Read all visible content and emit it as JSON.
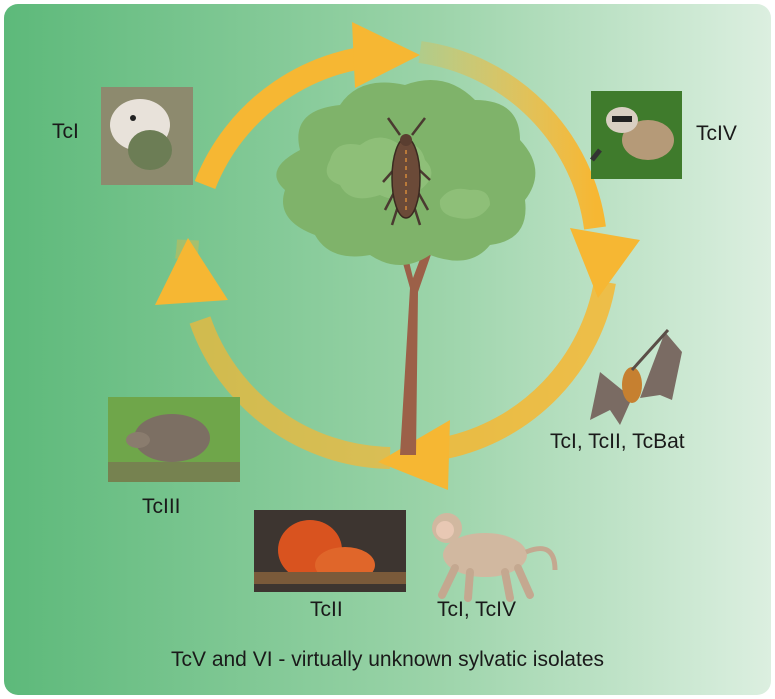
{
  "diagram": {
    "hosts": [
      {
        "id": "opossum",
        "label": "TcI",
        "icon": "opossum-photo"
      },
      {
        "id": "raccoon",
        "label": "TcIV",
        "icon": "raccoon-photo"
      },
      {
        "id": "bat",
        "label": "TcI, TcII, TcBat",
        "icon": "bat-illustration"
      },
      {
        "id": "monkey",
        "label": "TcI, TcIV",
        "icon": "monkey-illustration"
      },
      {
        "id": "tamarin",
        "label": "TcII",
        "icon": "golden-lion-tamarin-photo"
      },
      {
        "id": "armadillo",
        "label": "TcIII",
        "icon": "armadillo-photo"
      }
    ],
    "center": {
      "icon": "tree-with-triatomine-bug"
    },
    "caption": "TcV and VI - virtually unknown sylvatic isolates",
    "colors": {
      "bg_left": "#5db97a",
      "bg_right": "#dcefe0",
      "arrow": "#f6b733",
      "tree": "#7fb36a",
      "trunk": "#9c6048"
    }
  }
}
